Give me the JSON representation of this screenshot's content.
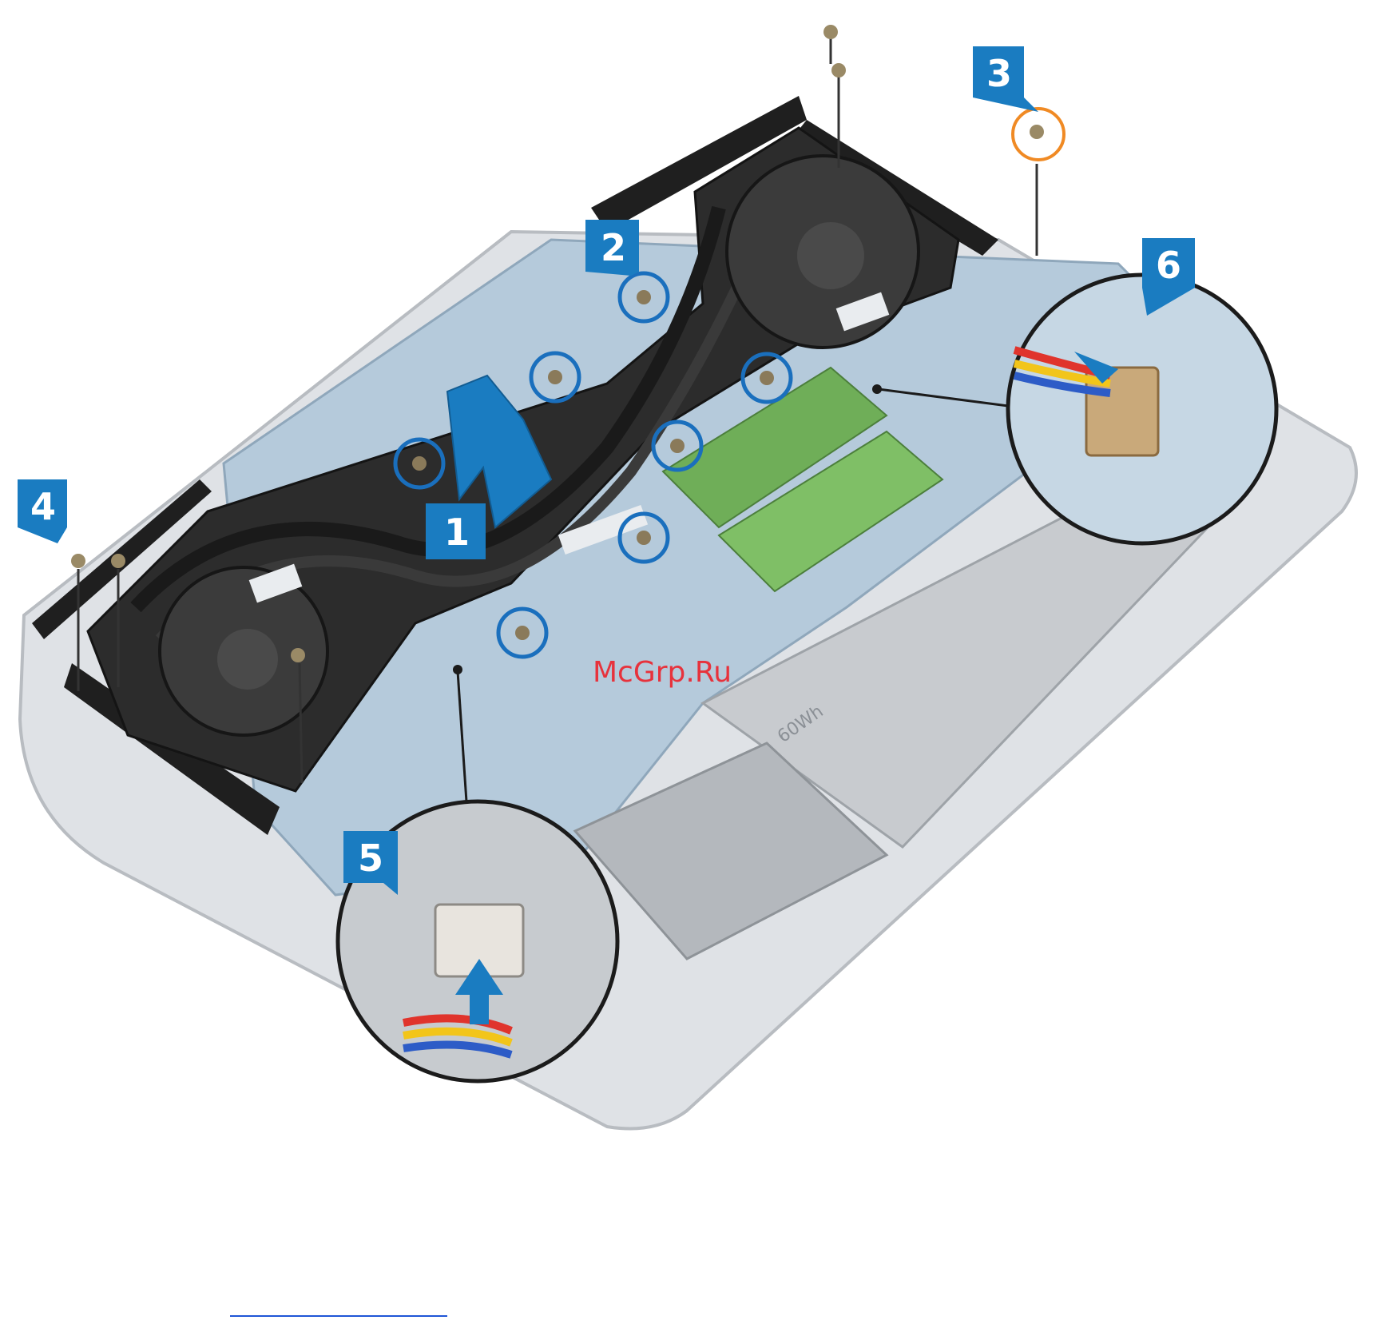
{
  "watermark": "McGrp.Ru",
  "callouts": [
    {
      "id": "callout-1",
      "label": "1"
    },
    {
      "id": "callout-2",
      "label": "2"
    },
    {
      "id": "callout-3",
      "label": "3"
    },
    {
      "id": "callout-4",
      "label": "4"
    },
    {
      "id": "callout-5",
      "label": "5"
    },
    {
      "id": "callout-6",
      "label": "6"
    }
  ],
  "colors": {
    "callout": "#1a7cc1",
    "highlight_ring": "#1a6fbd",
    "screw_ring_orange": "#f08a24",
    "heatsink": "#2a2a2a",
    "board": "#b9cddc",
    "chassis": "#d9dde2",
    "battery": "#c9ccd0",
    "watermark": "#e7323c",
    "footer_link": "#1f56d6"
  }
}
